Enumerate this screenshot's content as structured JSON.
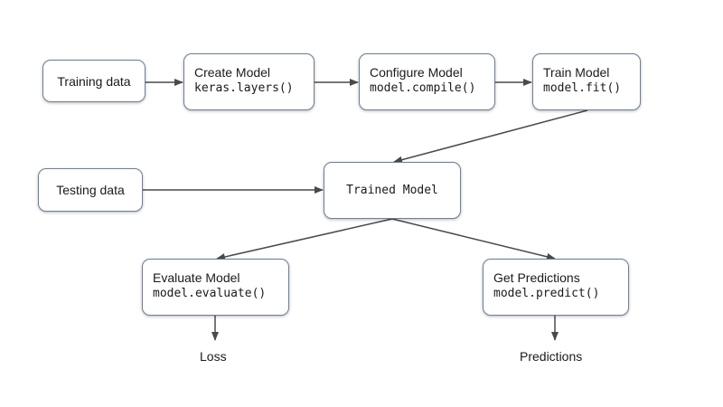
{
  "nodes": {
    "training_data": {
      "label": "Training data"
    },
    "create_model": {
      "label": "Create Model",
      "code": "keras.layers()"
    },
    "configure_model": {
      "label": "Configure Model",
      "code": "model.compile()"
    },
    "train_model": {
      "label": "Train Model",
      "code": "model.fit()"
    },
    "testing_data": {
      "label": "Testing data"
    },
    "trained_model": {
      "code": "Trained Model"
    },
    "evaluate_model": {
      "label": "Evaluate Model",
      "code": "model.evaluate()"
    },
    "get_predictions": {
      "label": "Get Predictions",
      "code": "model.predict()"
    }
  },
  "outputs": {
    "loss": "Loss",
    "predictions": "Predictions"
  },
  "edges": [
    {
      "from": "training_data",
      "to": "create_model"
    },
    {
      "from": "create_model",
      "to": "configure_model"
    },
    {
      "from": "configure_model",
      "to": "train_model"
    },
    {
      "from": "train_model",
      "to": "trained_model"
    },
    {
      "from": "testing_data",
      "to": "trained_model"
    },
    {
      "from": "trained_model",
      "to": "evaluate_model"
    },
    {
      "from": "trained_model",
      "to": "get_predictions"
    },
    {
      "from": "evaluate_model",
      "to": "loss"
    },
    {
      "from": "get_predictions",
      "to": "predictions"
    }
  ],
  "colors": {
    "border": "#6e7f96",
    "arrow": "#4a4a4a",
    "text": "#1a1a1a"
  }
}
